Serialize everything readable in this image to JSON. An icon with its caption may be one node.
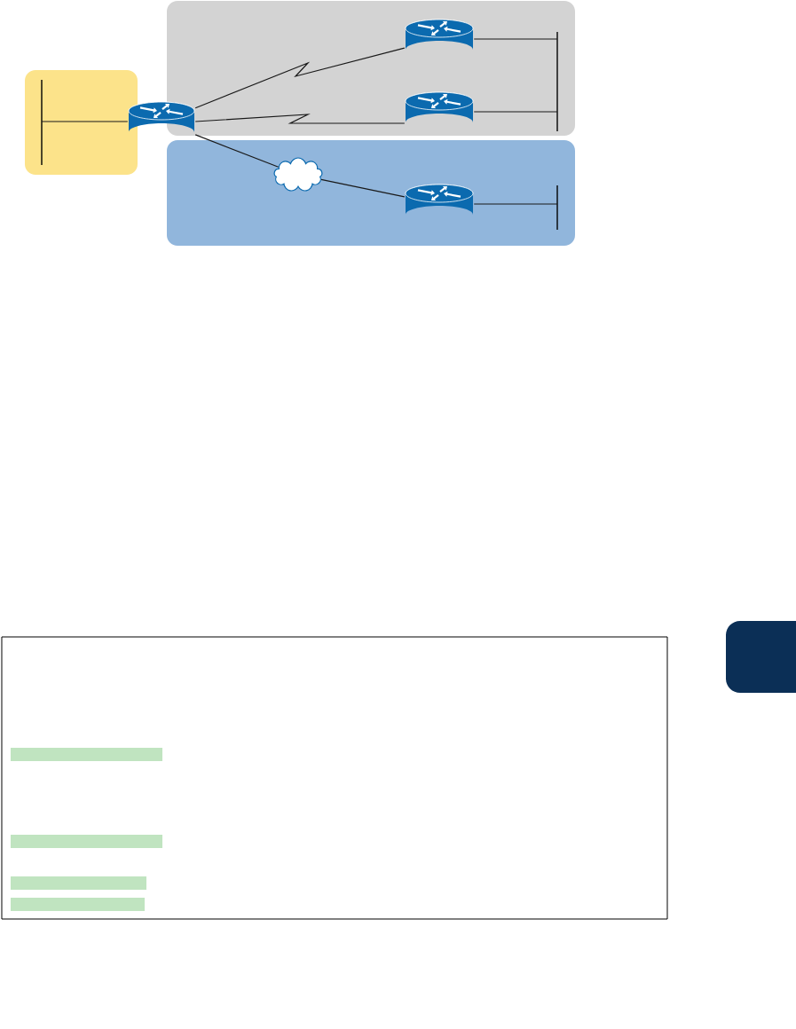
{
  "diagram": {
    "nodes": [
      {
        "text": [],
        "shape": "box"
      },
      {
        "text": [],
        "shape": "box"
      },
      {
        "text": [],
        "shape": "box"
      },
      {
        "text": [],
        "shape": "router"
      },
      {
        "text": [],
        "shape": "router",
        "in": 1
      },
      {
        "text": [],
        "shape": "router",
        "in": 1
      },
      {
        "text": [],
        "shape": "cloud",
        "in": 2
      },
      {
        "text": [],
        "shape": "router",
        "in": 2
      },
      {
        "text": [],
        "shape": "bar",
        "in": 0
      },
      {
        "text": [],
        "shape": "bar",
        "in": 1
      },
      {
        "text": [],
        "shape": "bar",
        "in": 2
      },
      {
        "text": [],
        "shape": "box"
      }
    ],
    "edges": [
      {
        "from": 8,
        "to": 3,
        "arrow": "none"
      },
      {
        "from": 3,
        "to": 4,
        "arrow": "none"
      },
      {
        "from": 3,
        "to": 5,
        "arrow": "none"
      },
      {
        "from": 3,
        "to": 6,
        "arrow": "none"
      },
      {
        "from": 6,
        "to": 7,
        "arrow": "none"
      },
      {
        "from": 4,
        "to": 9,
        "arrow": "none"
      },
      {
        "from": 5,
        "to": 9,
        "arrow": "none"
      },
      {
        "from": 7,
        "to": 10,
        "arrow": "none"
      }
    ]
  }
}
